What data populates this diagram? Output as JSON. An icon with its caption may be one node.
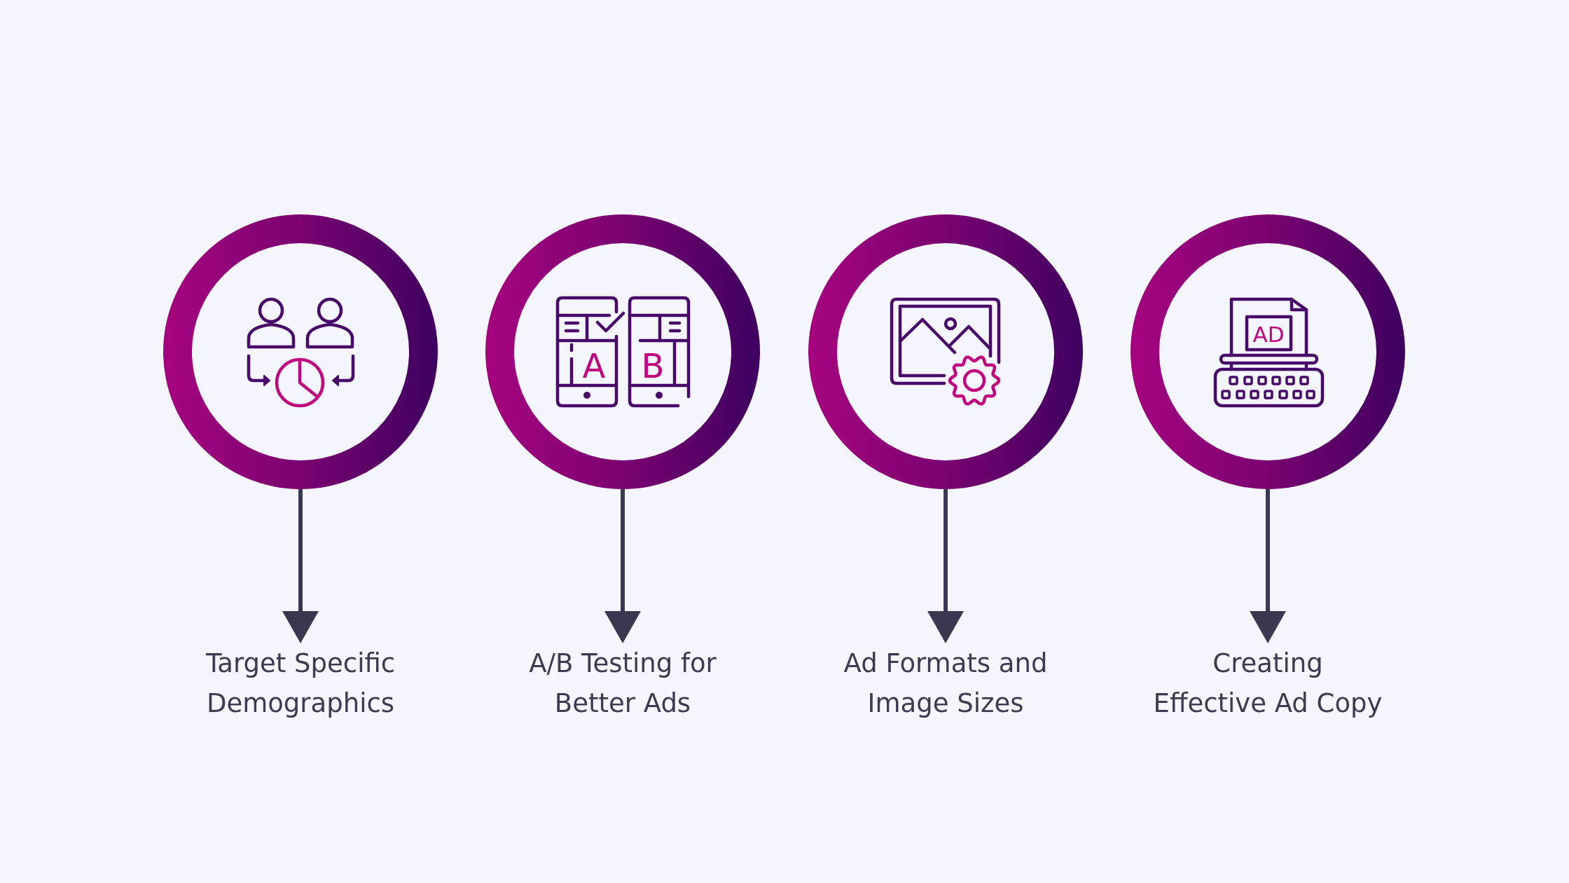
{
  "diagram": {
    "nodes": [
      {
        "text": [],
        "shape": "circle"
      },
      {
        "text": [],
        "shape": "circle"
      },
      {
        "text": [],
        "shape": "circle"
      },
      {
        "text": [],
        "shape": "circle"
      },
      {
        "text": [
          "Target Specific Demographics"
        ]
      },
      {
        "text": [
          "A/B Testing for Better Ads"
        ]
      },
      {
        "text": [
          "Ad Formats and Image Sizes"
        ]
      },
      {
        "text": [
          "Creating Effective Ad Copy"
        ]
      }
    ],
    "edges": [
      {
        "from": 0,
        "to": 4,
        "arrow": "to"
      },
      {
        "from": 1,
        "to": 5,
        "arrow": "to"
      },
      {
        "from": 2,
        "to": 6,
        "arrow": "to"
      },
      {
        "from": 3,
        "to": 7,
        "arrow": "to"
      }
    ],
    "labels": [
      "A",
      "B",
      "AD"
    ]
  }
}
